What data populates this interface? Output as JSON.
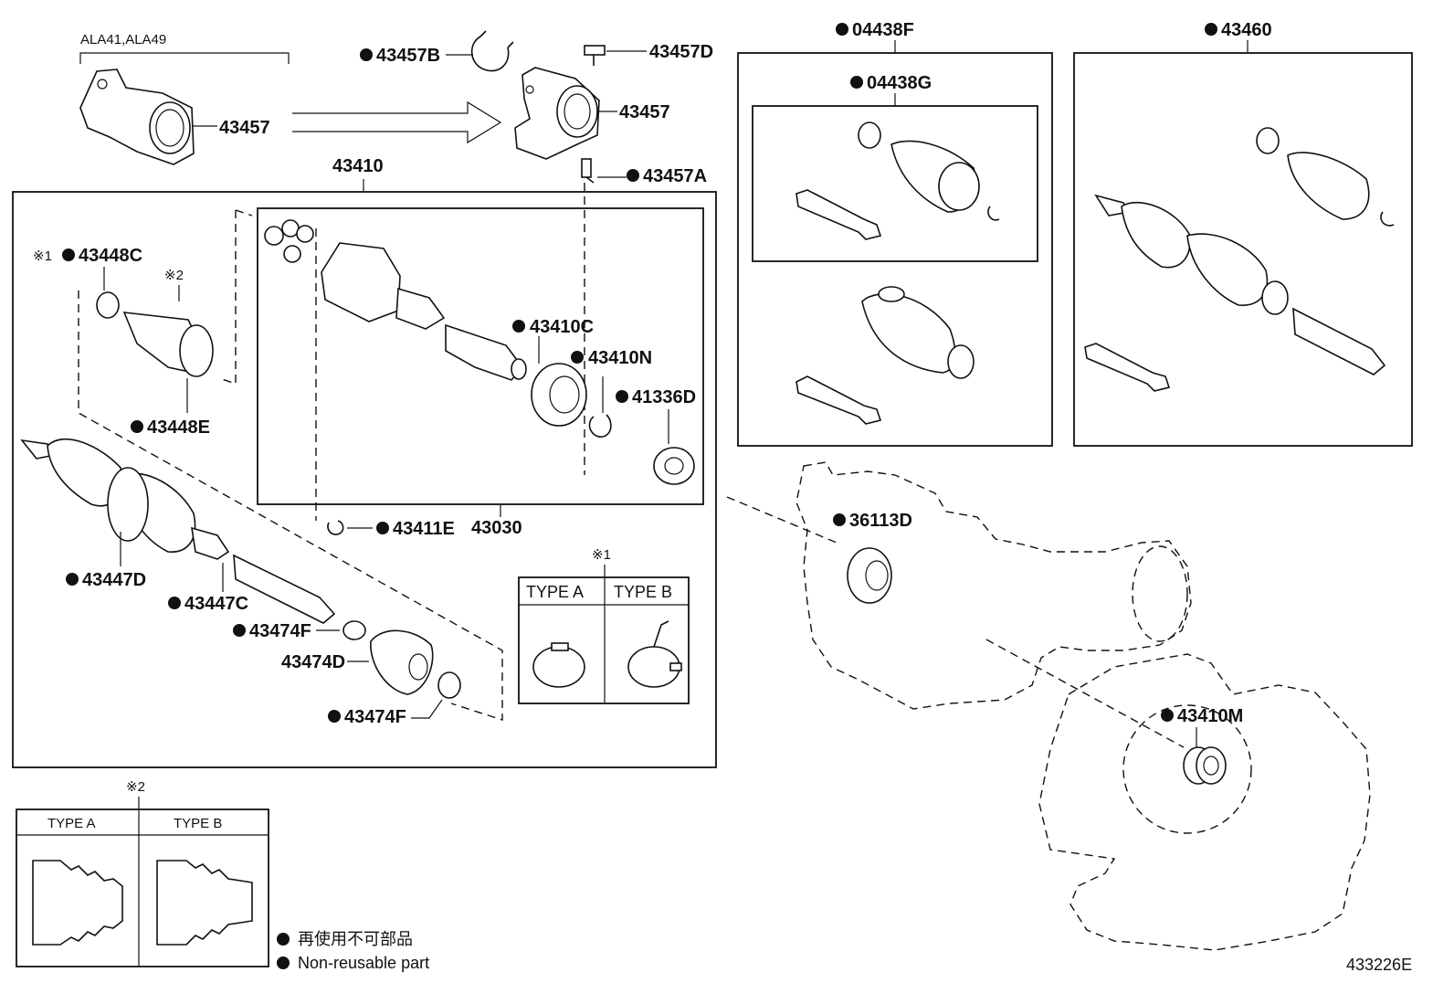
{
  "header": {
    "variant_note": "ALA41,ALA49"
  },
  "parts": {
    "p43457_left": "43457",
    "p43457B": "43457B",
    "p43457D": "43457D",
    "p43457_right": "43457",
    "p43457A": "43457A",
    "p43410": "43410",
    "p43448C": "43448C",
    "p43448C_mark": "※1",
    "p43448E_mark": "※2",
    "p43448E": "43448E",
    "p43410C": "43410C",
    "p43410N": "43410N",
    "p41336D": "41336D",
    "p43447D": "43447D",
    "p43447C": "43447C",
    "p43411E": "43411E",
    "p43030": "43030",
    "p43474F_top": "43474F",
    "p43474D": "43474D",
    "p43474F_bot": "43474F",
    "p04438F": "04438F",
    "p04438G": "04438G",
    "p43460": "43460",
    "p36113D": "36113D",
    "p43410M": "43410M"
  },
  "clamp_table": {
    "mark": "※1",
    "type_a": "TYPE  A",
    "type_b": "TYPE  B"
  },
  "boot_table": {
    "mark": "※2",
    "type_a": "TYPE A",
    "type_b": "TYPE B"
  },
  "legend": {
    "japanese": "再使用不可部品",
    "english": "Non-reusable part"
  },
  "diagram_id": "433226E"
}
